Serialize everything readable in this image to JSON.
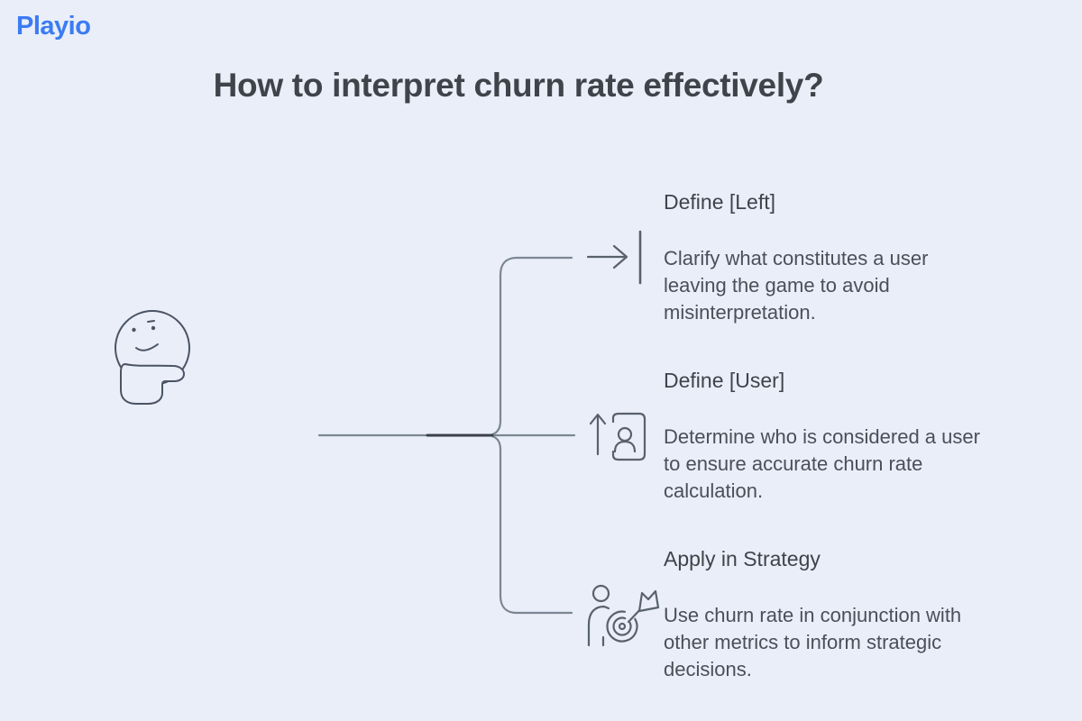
{
  "brand": {
    "logo_text": "Playio"
  },
  "header": {
    "title": "How to interpret churn rate effectively?"
  },
  "mindmap": {
    "root_icon": "thinking-face-icon",
    "branches": [
      {
        "icon": "arrow-right-to-line-icon",
        "heading": "Define [Left]",
        "body_lines": [
          "Clarify what constitutes a user",
          "leaving the game to avoid",
          "misinterpretation."
        ]
      },
      {
        "icon": "user-up-icon",
        "heading": "Define [User]",
        "body_lines": [
          "Determine who is considered a user",
          "to ensure accurate churn rate",
          "calculation."
        ]
      },
      {
        "icon": "goal-target-icon",
        "heading": "Apply in Strategy",
        "body_lines": [
          "Use churn rate in conjunction with",
          "other metrics to inform strategic",
          "decisions."
        ]
      }
    ]
  },
  "colors": {
    "background": "#E9EEF9",
    "brand_blue": "#3B7BF3",
    "title_text": "#3F444A",
    "heading_text": "#3F444B",
    "body_text": "#4A4F58",
    "connector_line": "#7C8693",
    "connector_dark": "#3A404B",
    "icon_stroke": "#59616D",
    "face_stroke": "#4B5464"
  }
}
